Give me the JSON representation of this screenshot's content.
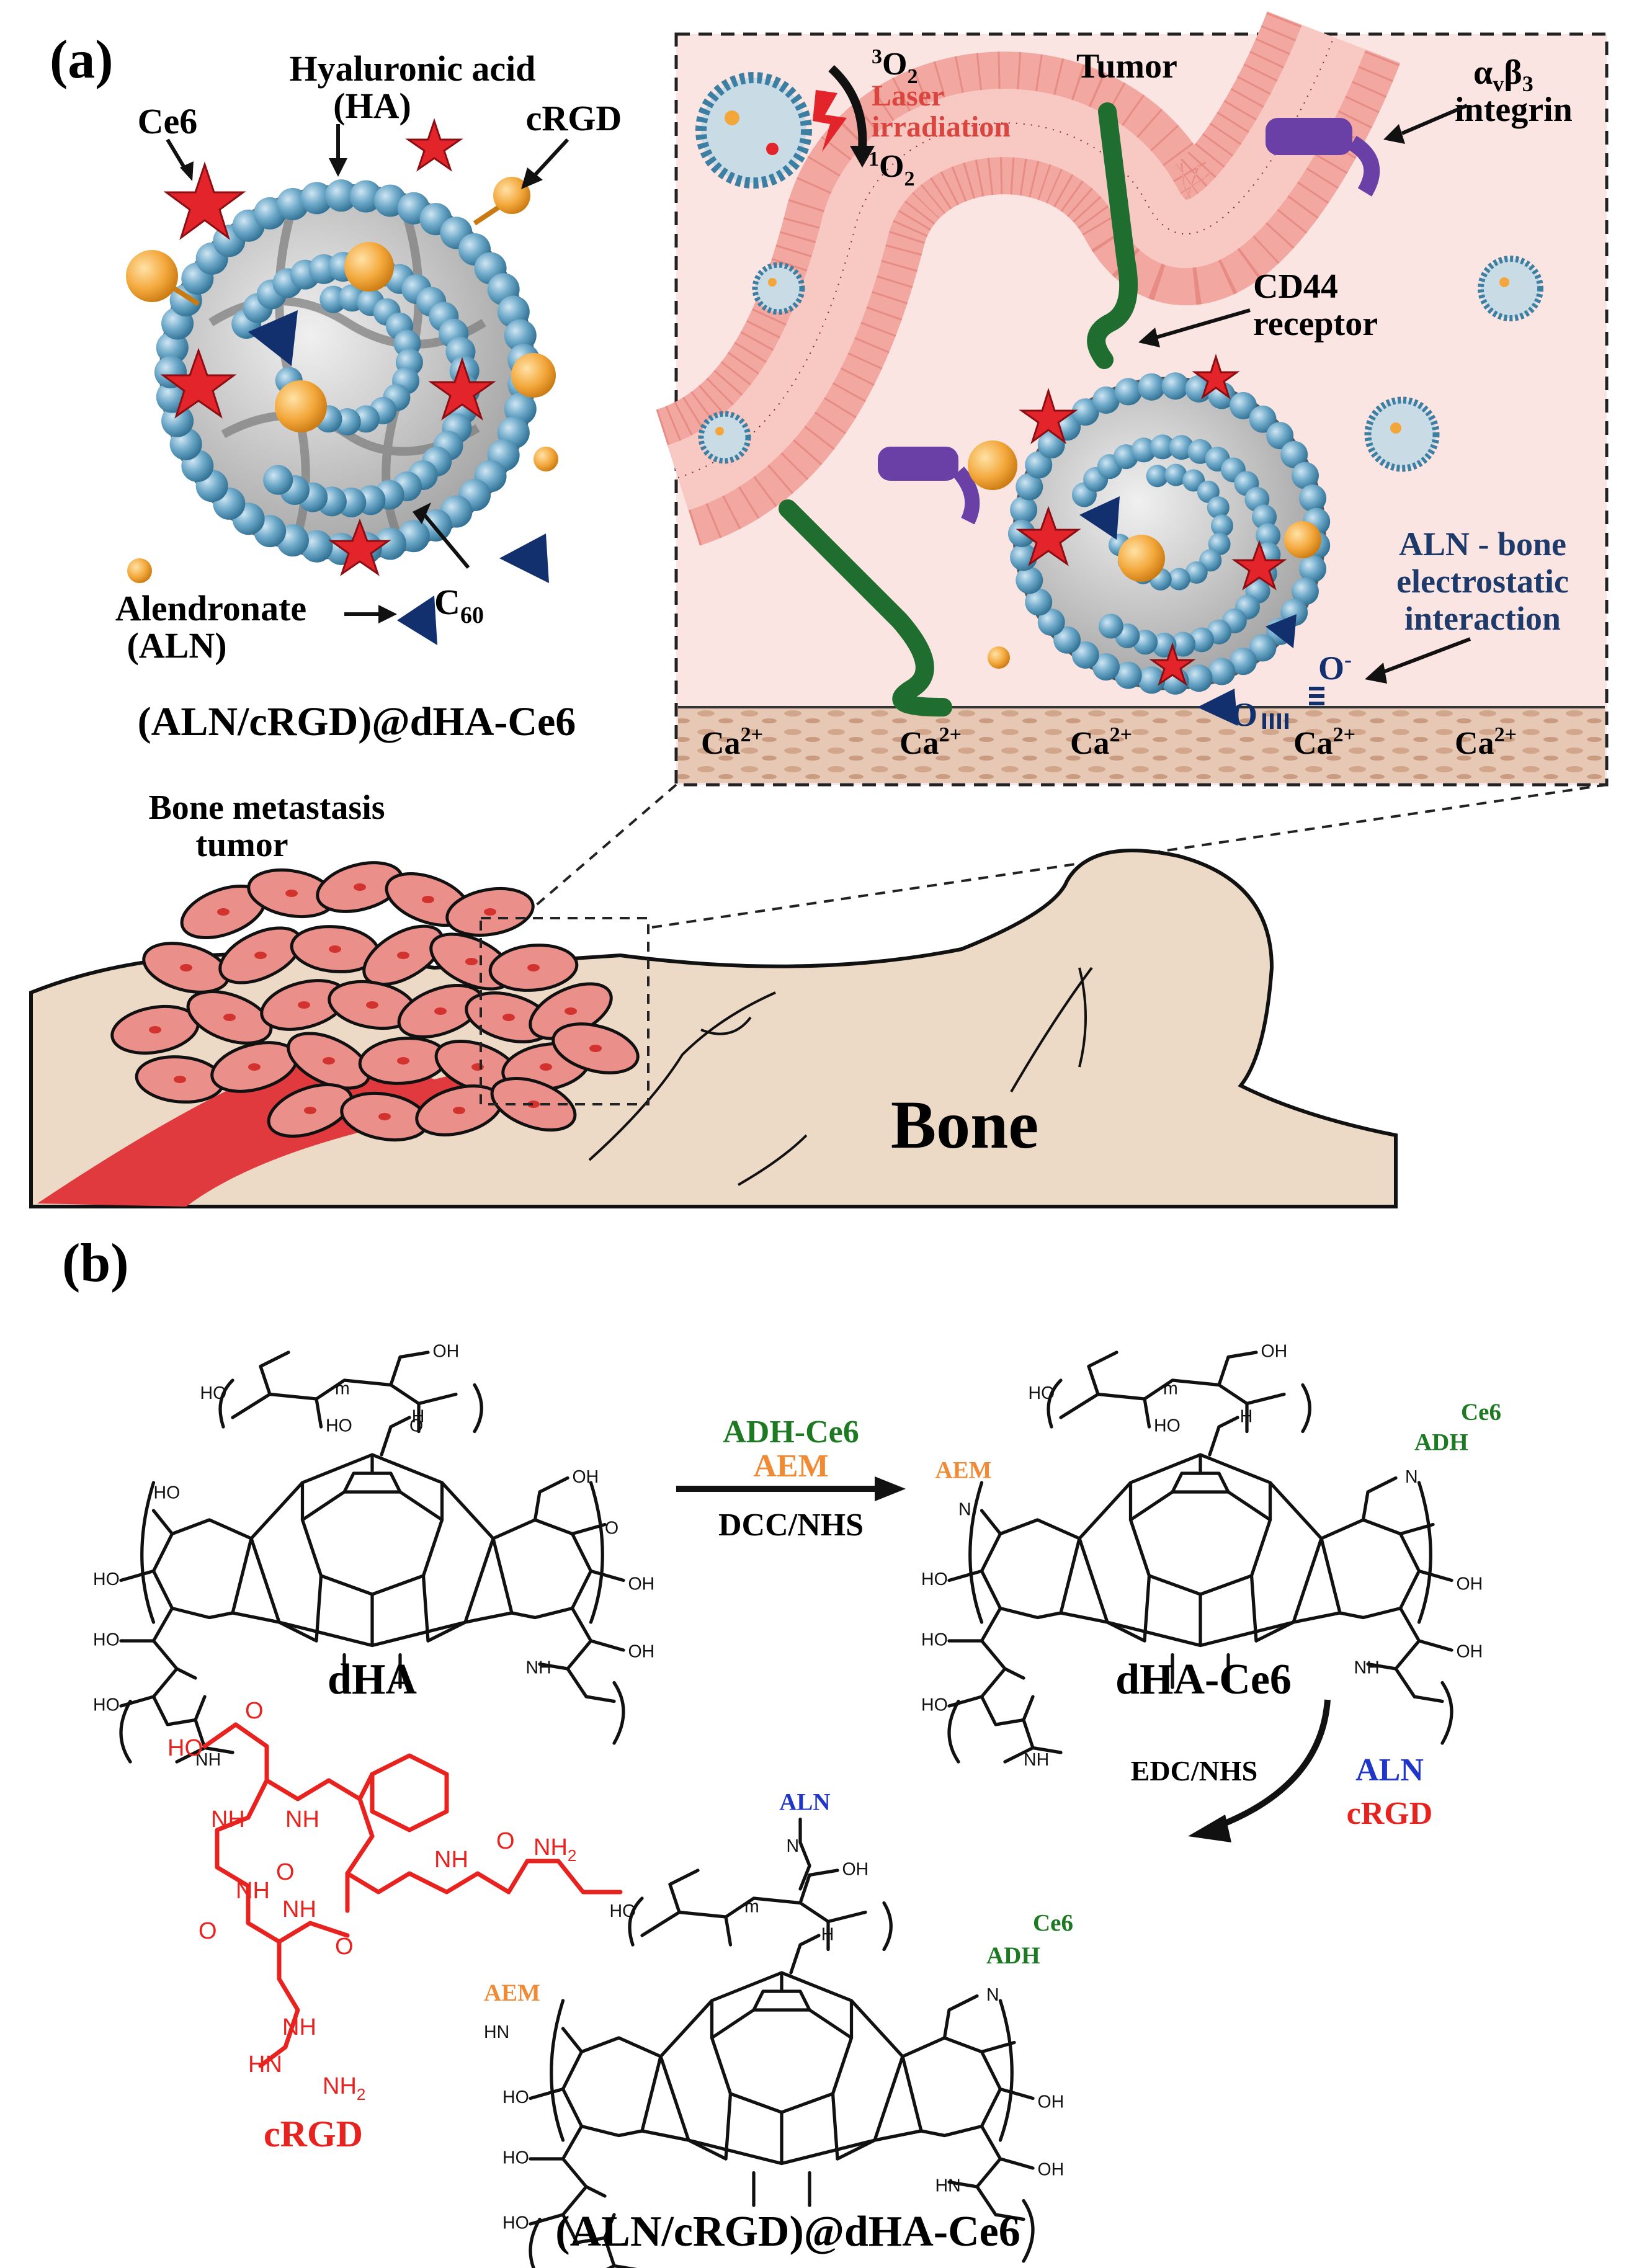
{
  "panel_a": {
    "label": "(a)",
    "nanoparticle": {
      "label_ha_line1": "Hyaluronic acid",
      "label_ha_line2": "(HA)",
      "label_ce6": "Ce6",
      "label_crgd": "cRGD",
      "label_aln_line1": "Alendronate",
      "label_aln_line2": "(ALN)",
      "label_c60": "C",
      "label_c60_sub": "60",
      "name": "(ALN/cRGD)@dHA-Ce6"
    },
    "inset": {
      "oxygen_triplet": "O",
      "oxygen_triplet_sup": "3",
      "oxygen_triplet_sub": "2",
      "oxygen_singlet": "O",
      "oxygen_singlet_sup": "1",
      "oxygen_singlet_sub": "2",
      "laser_line1": "Laser",
      "laser_line2": "irradiation",
      "tumor": "Tumor",
      "integrin_line1_base": "α",
      "integrin_line1_sub1": "v",
      "integrin_line1_mid": "β",
      "integrin_line1_sub2": "3",
      "integrin_line2": "integrin",
      "cd44_line1": "CD44",
      "cd44_line2": "receptor",
      "aln_bone_line1": "ALN - bone",
      "aln_bone_line2": "electrostatic",
      "aln_bone_line3": "interaction",
      "o_minus": "O",
      "o_minus_sup": "-",
      "o_bound": "O",
      "calcium": "Ca",
      "calcium_sup": "2+"
    },
    "bone_metastasis_line1": "Bone metastasis",
    "bone_metastasis_line2": "tumor",
    "bone": "Bone"
  },
  "panel_b": {
    "label": "(b)",
    "step1": {
      "reagent1": "ADH-Ce6",
      "reagent2": "AEM",
      "reagent3": "DCC/NHS"
    },
    "step2": {
      "reagent_conditions": "EDC/NHS",
      "reagent_aln": "ALN",
      "reagent_crgd": "cRGD"
    },
    "compound1": "dHA",
    "compound2": "dHA-Ce6",
    "compound3": "(ALN/cRGD)@dHA-Ce6",
    "crgd_label": "cRGD",
    "aem": "AEM",
    "adh": "ADH",
    "ce6": "Ce6",
    "aln": "ALN",
    "atoms": {
      "ho": "HO",
      "oh": "OH",
      "o": "O",
      "h": "H",
      "n": "N",
      "nh": "NH",
      "hn": "HN",
      "nh2": "NH",
      "nh2_sub": "2",
      "m": "m"
    }
  },
  "colors": {
    "ha_bead": "#5b9cc0",
    "ce6_star": "#e3242b",
    "crgd_ball": "#f3a73a",
    "aln_triangle": "#13306e",
    "membrane": "#f2a8a0",
    "cd44": "#1f6e2f",
    "integrin": "#6a3fa6",
    "bone": "#ecd9c6",
    "tumor_cell": "#ea8f8a",
    "blood": "#e03a3e",
    "green_text": "#1d7a23",
    "orange_text": "#f08a35",
    "blue_text": "#1f36c9",
    "red_text": "#e8231f"
  }
}
